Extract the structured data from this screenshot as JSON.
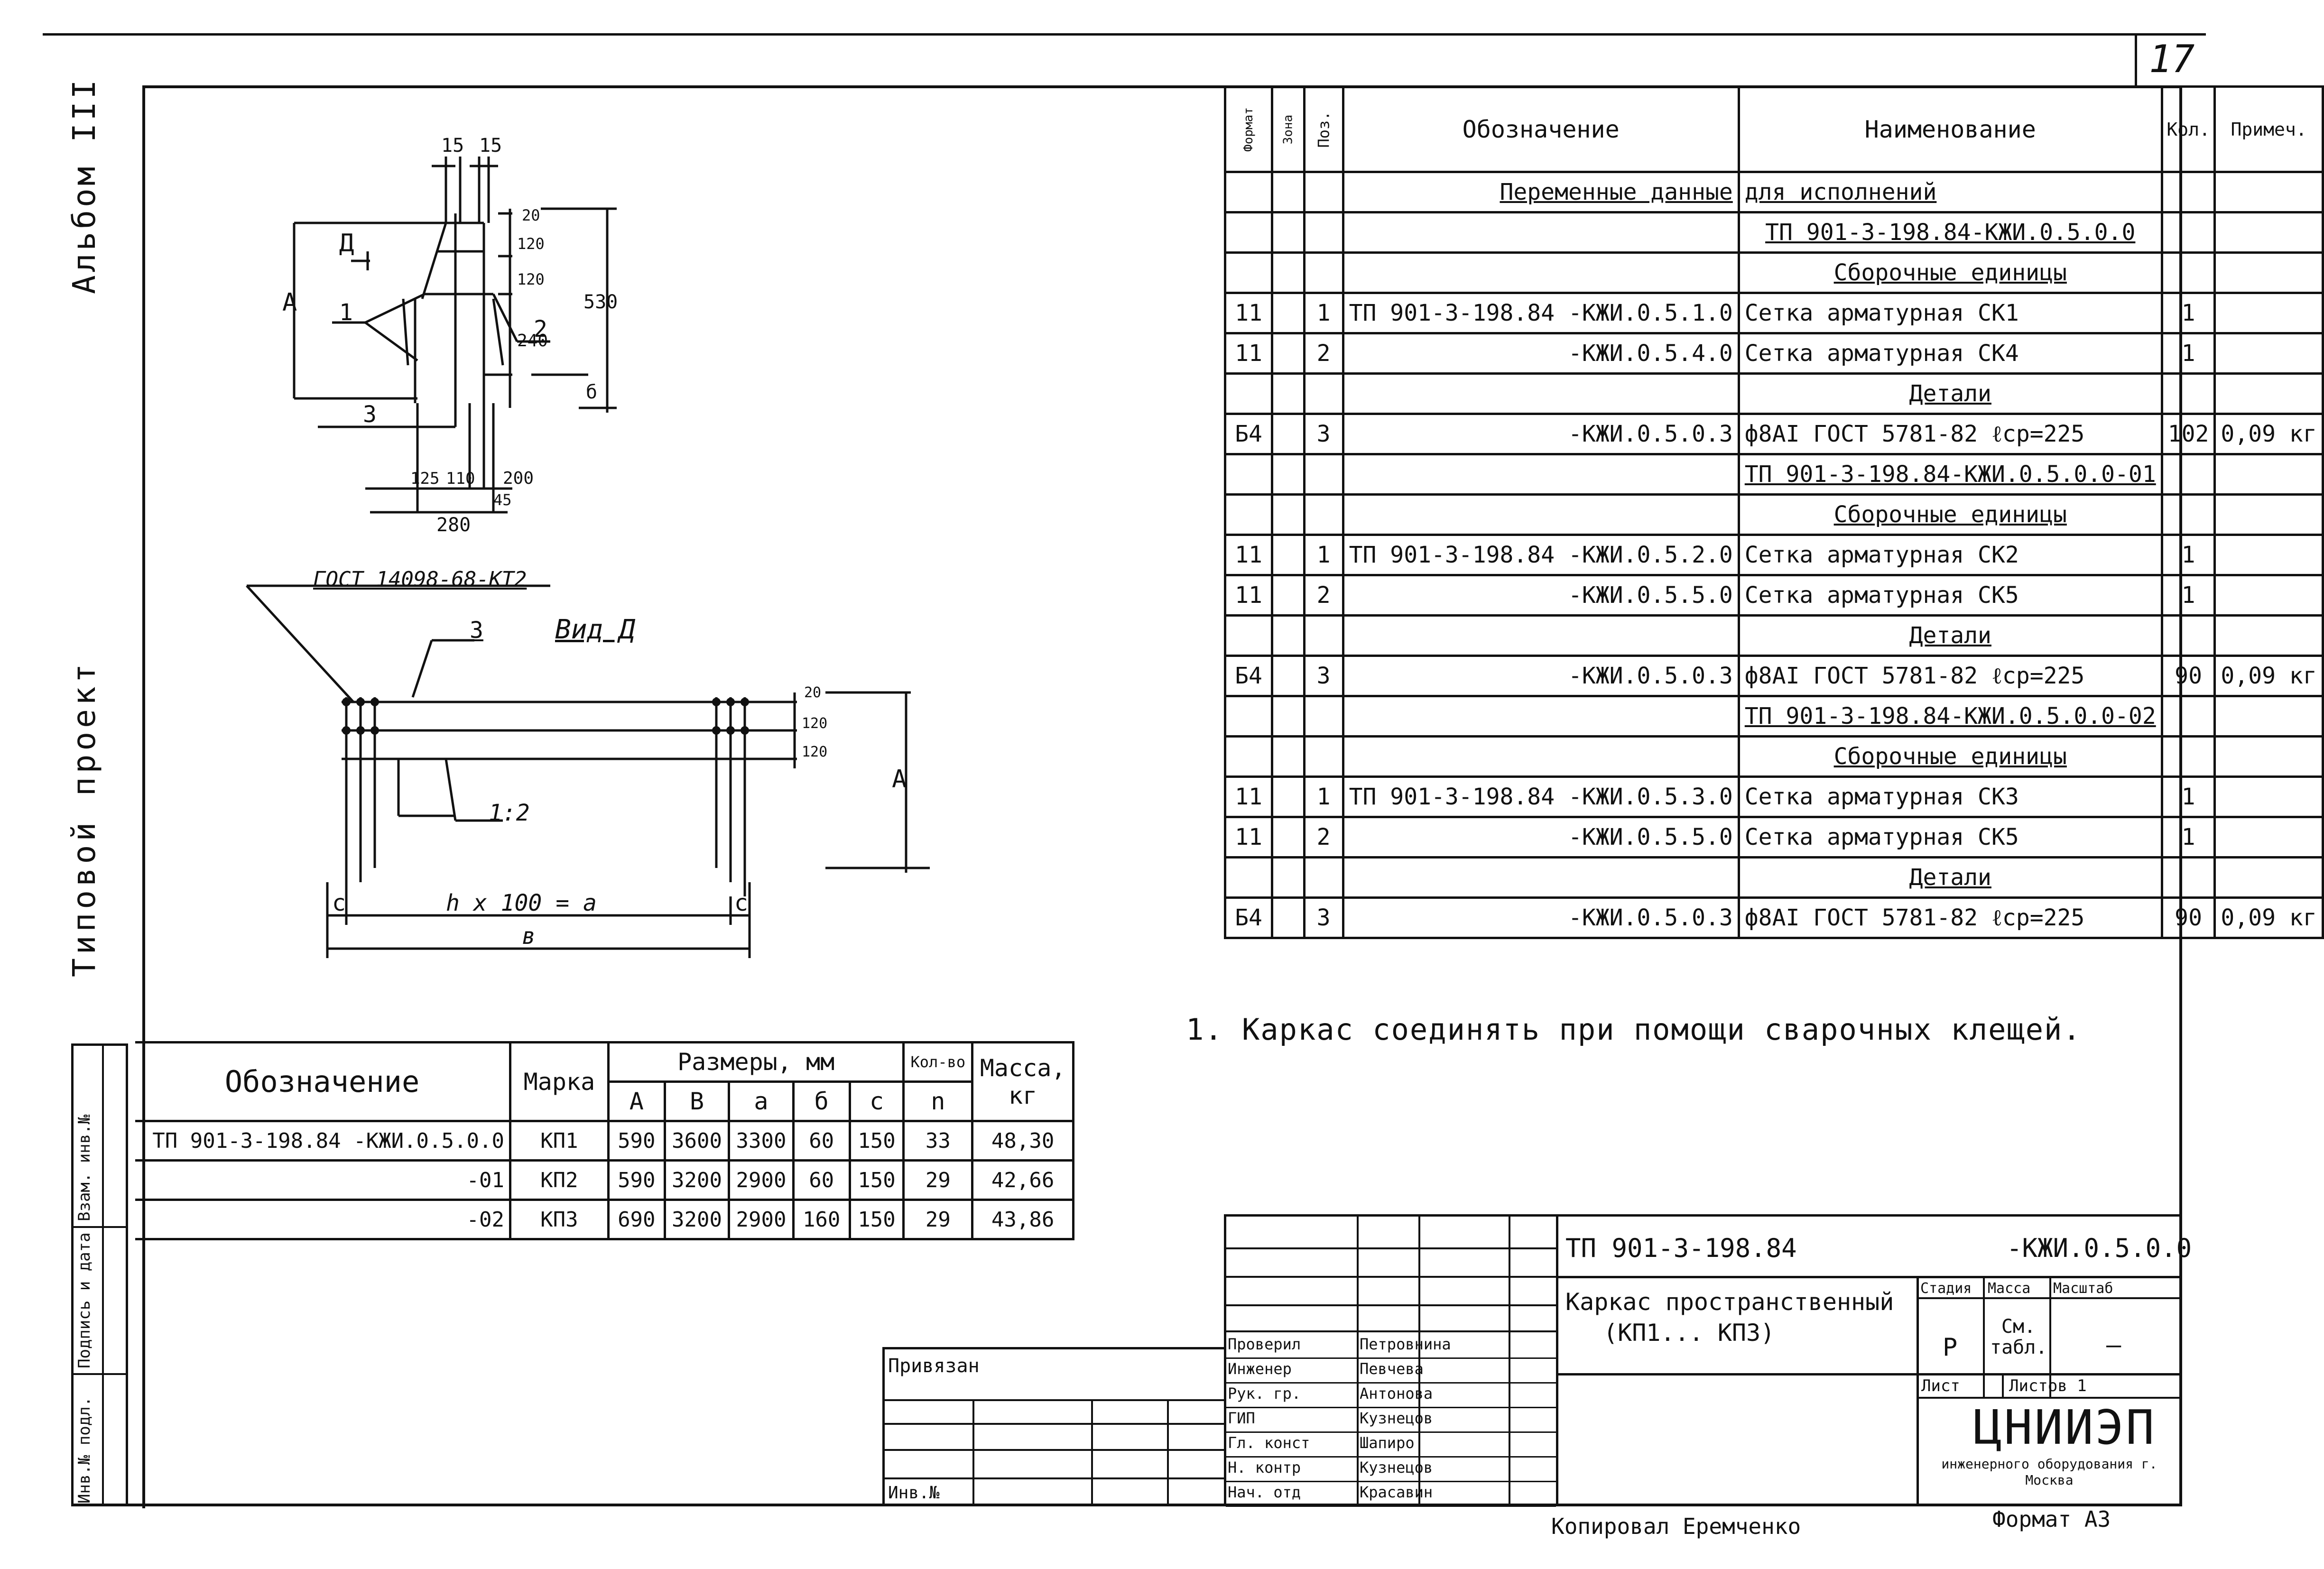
{
  "sheet": {
    "number": "17",
    "side_album": "Альбом III",
    "side_project": "Типовой проект",
    "side_stamp": [
      "Инв.№ подл.",
      "Подпись и дата",
      "Взам. инв.№"
    ]
  },
  "drawing": {
    "labels": {
      "dim_15a": "15",
      "dim_15b": "15",
      "A": "А",
      "D": "Д",
      "pos1": "1",
      "pos2": "2",
      "pos3": "3",
      "dim_20": "20",
      "dim_120a": "120",
      "dim_120b": "120",
      "dim_240": "240",
      "dim_530": "530",
      "dim_b": "б",
      "dim_125": "125",
      "dim_110": "110",
      "dim_200": "200",
      "dim_45": "45",
      "dim_280": "280"
    },
    "gost_label": "ГОСТ 14098-68-КТ2",
    "view_pos": "3",
    "view_title": "Вид Д",
    "slope": "1:2",
    "view_dims": {
      "c_left": "с",
      "c_right": "с",
      "span": "h x 100 = a",
      "total": "в",
      "d20": "20",
      "d120a": "120",
      "d120b": "120",
      "A": "А"
    }
  },
  "spec_table": {
    "headers": [
      "Формат",
      "Зона",
      "Поз.",
      "Обозначение",
      "Наименование",
      "Кол.",
      "Примеч."
    ],
    "rows": [
      {
        "fmt": "",
        "zone": "",
        "pos": "",
        "designation": "Переменные данные",
        "name": "для исполнений",
        "qty": "",
        "note": ""
      },
      {
        "fmt": "",
        "zone": "",
        "pos": "",
        "designation": "",
        "name": "ТП 901-3-198.84-КЖИ.0.5.0.0",
        "qty": "",
        "note": ""
      },
      {
        "fmt": "",
        "zone": "",
        "pos": "",
        "designation": "",
        "name": "Сборочные единицы",
        "qty": "",
        "note": ""
      },
      {
        "fmt": "11",
        "zone": "",
        "pos": "1",
        "designation": "ТП 901-3-198.84   -КЖИ.0.5.1.0",
        "name": "Сетка арматурная СК1",
        "qty": "1",
        "note": ""
      },
      {
        "fmt": "11",
        "zone": "",
        "pos": "2",
        "designation": "-КЖИ.0.5.4.0",
        "name": "Сетка арматурная СК4",
        "qty": "1",
        "note": ""
      },
      {
        "fmt": "",
        "zone": "",
        "pos": "",
        "designation": "",
        "name": "Детали",
        "qty": "",
        "note": ""
      },
      {
        "fmt": "Б4",
        "zone": "",
        "pos": "3",
        "designation": "-КЖИ.0.5.0.3",
        "name": "ф8АI ГОСТ 5781-82 ℓср=225",
        "qty": "102",
        "note": "0,09 кг"
      },
      {
        "fmt": "",
        "zone": "",
        "pos": "",
        "designation": "",
        "name": "ТП 901-3-198.84-КЖИ.0.5.0.0-01",
        "qty": "",
        "note": ""
      },
      {
        "fmt": "",
        "zone": "",
        "pos": "",
        "designation": "",
        "name": "Сборочные единицы",
        "qty": "",
        "note": ""
      },
      {
        "fmt": "11",
        "zone": "",
        "pos": "1",
        "designation": "ТП 901-3-198.84   -КЖИ.0.5.2.0",
        "name": "Сетка арматурная СК2",
        "qty": "1",
        "note": ""
      },
      {
        "fmt": "11",
        "zone": "",
        "pos": "2",
        "designation": "-КЖИ.0.5.5.0",
        "name": "Сетка арматурная СК5",
        "qty": "1",
        "note": ""
      },
      {
        "fmt": "",
        "zone": "",
        "pos": "",
        "designation": "",
        "name": "Детали",
        "qty": "",
        "note": ""
      },
      {
        "fmt": "Б4",
        "zone": "",
        "pos": "3",
        "designation": "-КЖИ.0.5.0.3",
        "name": "ф8АI ГОСТ 5781-82 ℓср=225",
        "qty": "90",
        "note": "0,09 кг"
      },
      {
        "fmt": "",
        "zone": "",
        "pos": "",
        "designation": "",
        "name": "ТП 901-3-198.84-КЖИ.0.5.0.0-02",
        "qty": "",
        "note": ""
      },
      {
        "fmt": "",
        "zone": "",
        "pos": "",
        "designation": "",
        "name": "Сборочные единицы",
        "qty": "",
        "note": ""
      },
      {
        "fmt": "11",
        "zone": "",
        "pos": "1",
        "designation": "ТП 901-3-198.84   -КЖИ.0.5.3.0",
        "name": "Сетка арматурная СК3",
        "qty": "1",
        "note": ""
      },
      {
        "fmt": "11",
        "zone": "",
        "pos": "2",
        "designation": "-КЖИ.0.5.5.0",
        "name": "Сетка арматурная СК5",
        "qty": "1",
        "note": ""
      },
      {
        "fmt": "",
        "zone": "",
        "pos": "",
        "designation": "",
        "name": "Детали",
        "qty": "",
        "note": ""
      },
      {
        "fmt": "Б4",
        "zone": "",
        "pos": "3",
        "designation": "-КЖИ.0.5.0.3",
        "name": "ф8АI ГОСТ 5781-82 ℓср=225",
        "qty": "90",
        "note": "0,09 кг"
      }
    ]
  },
  "note": "1. Каркас соединять при помощи сварочных клещей.",
  "marks_table": {
    "headers": {
      "designation": "Обозначение",
      "mark": "Марка",
      "sizes": "Размеры, мм",
      "qty": "Кол-во",
      "mass": "Масса, кг",
      "sub": [
        "А",
        "В",
        "а",
        "б",
        "с",
        "n"
      ]
    },
    "rows": [
      {
        "designation": "ТП 901-3-198.84  -КЖИ.0.5.0.0",
        "mark": "КП1",
        "A": "590",
        "B": "3600",
        "a": "3300",
        "b": "60",
        "c": "150",
        "n": "33",
        "mass": "48,30"
      },
      {
        "designation": "-01",
        "mark": "КП2",
        "A": "590",
        "B": "3200",
        "a": "2900",
        "b": "60",
        "c": "150",
        "n": "29",
        "mass": "42,66"
      },
      {
        "designation": "-02",
        "mark": "КП3",
        "A": "690",
        "B": "3200",
        "a": "2900",
        "b": "160",
        "c": "150",
        "n": "29",
        "mass": "43,86"
      }
    ]
  },
  "title_block": {
    "code": "ТП  901-3-198.84",
    "code_suffix": "-КЖИ.0.5.0.0",
    "name_line1": "Каркас пространственный",
    "name_line2": "(КП1... КП3)",
    "stage_label": "Стадия",
    "mass_label": "Масса",
    "scale_label": "Масштаб",
    "stage": "Р",
    "mass": "См. табл.",
    "scale": "–",
    "sheet_label": "Лист",
    "sheets_label": "Листов 1",
    "org": "ЦНИИЭП",
    "org_sub": "инженерного оборудования г. Москва",
    "bound": "Привязан",
    "inv": "Инв.№",
    "roles": [
      {
        "role": "Проверил",
        "name": "Петровнина"
      },
      {
        "role": "Инженер",
        "name": "Певчева"
      },
      {
        "role": "Рук. гр.",
        "name": "Антонова"
      },
      {
        "role": "ГИП",
        "name": "Кузнецов"
      },
      {
        "role": "Гл. конст",
        "name": "Шапиро"
      },
      {
        "role": "Н. контр",
        "name": "Кузнецов"
      },
      {
        "role": "Нач. отд",
        "name": "Красавин"
      }
    ]
  },
  "footer": {
    "copied": "Копировал  Еремченко",
    "format": "Формат  А3"
  }
}
